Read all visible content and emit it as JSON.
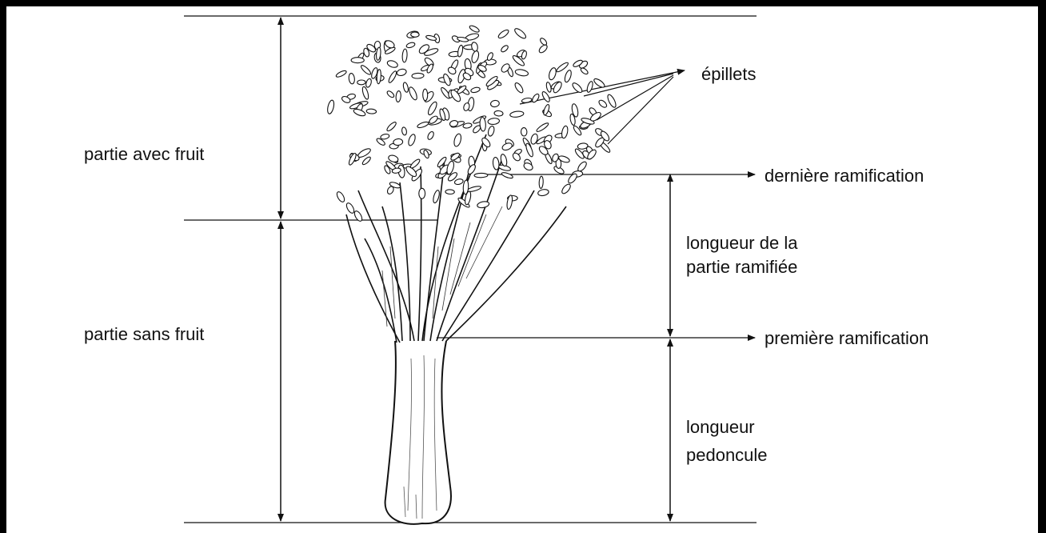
{
  "labels": {
    "fruit_part": "partie avec fruit",
    "fruitless_part": "partie sans fruit",
    "spikelets": "épillets",
    "last_branching": "dernière ramification",
    "branched_length_line1": "longueur de la",
    "branched_length_line2": "partie ramifiée",
    "first_branching": "première ramification",
    "peduncle_line1": "longueur",
    "peduncle_line2": "pedoncule"
  },
  "colors": {
    "frame": "#000000",
    "background": "#ffffff",
    "ink": "#111111"
  }
}
